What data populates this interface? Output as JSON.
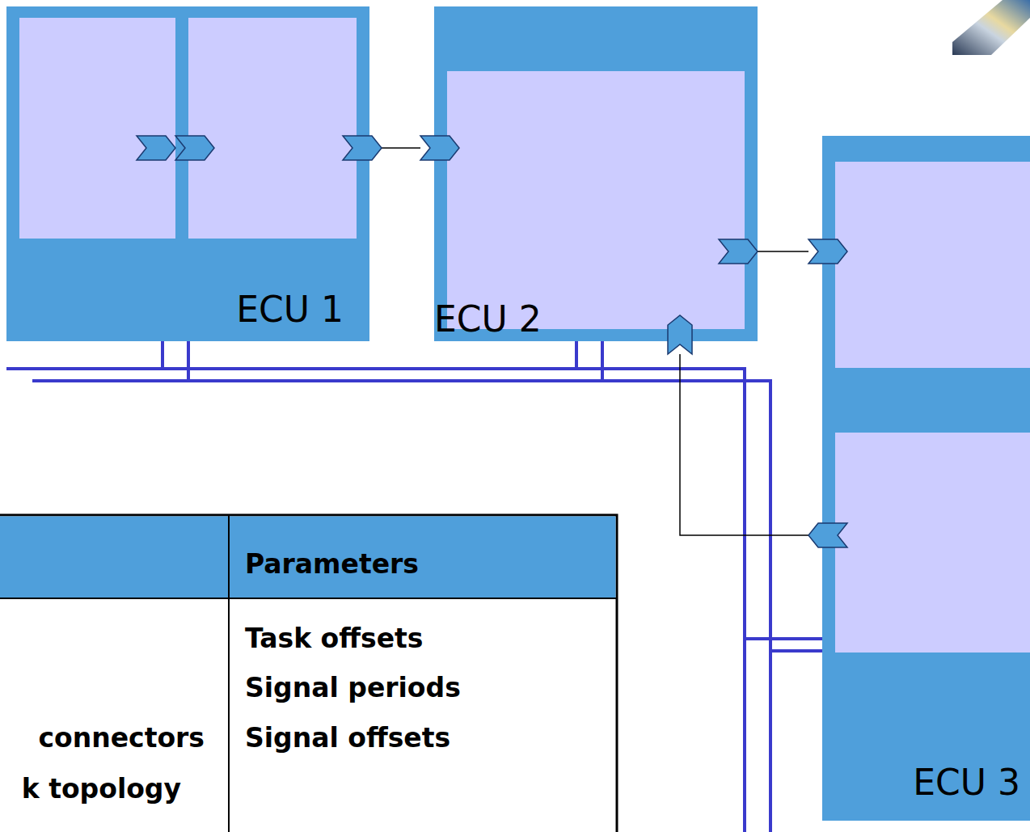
{
  "diagram": {
    "nodes": [
      {
        "text": [
          "ECU 1"
        ]
      },
      {
        "text": [
          "ECU 2"
        ]
      },
      {
        "text": [
          "ECU 3"
        ]
      }
    ],
    "edges": [
      {
        "from": 0,
        "to": 1,
        "arrow": "to"
      },
      {
        "from": 1,
        "to": 2,
        "arrow": "to"
      },
      {
        "from": 2,
        "to": 1,
        "arrow": "to"
      }
    ],
    "labels": [
      "Parameters",
      "Task offsets",
      "Signal periods",
      "connectors",
      "Signal offsets",
      "k topology"
    ]
  }
}
